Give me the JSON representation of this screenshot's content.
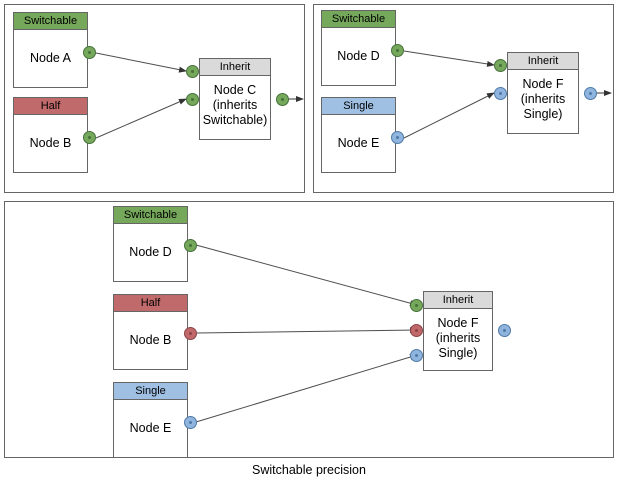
{
  "diagram": {
    "caption": "Switchable precision",
    "colors": {
      "switchable": "#76a85c",
      "half": "#c06a6c",
      "single": "#9fc0e3",
      "inherit": "#dadada",
      "border": "#666666",
      "edge": "#4d4d4d",
      "background": "#ffffff"
    },
    "panels": [
      {
        "id": "panel-top-left",
        "nodes": [
          {
            "id": "node-a",
            "header": "Switchable",
            "body": "Node A"
          },
          {
            "id": "node-b",
            "header": "Half",
            "body": "Node B"
          },
          {
            "id": "node-c",
            "header": "Inherit",
            "body": "Node C\n(inherits\nSwitchable)"
          }
        ],
        "ports": [
          {
            "id": "port-node-a-out",
            "color": "green"
          },
          {
            "id": "port-node-b-out",
            "color": "green"
          },
          {
            "id": "port-node-c-in-1",
            "color": "green"
          },
          {
            "id": "port-node-c-in-2",
            "color": "green"
          },
          {
            "id": "port-node-c-out",
            "color": "green"
          }
        ],
        "edges": [
          {
            "from": "node-a",
            "to": "node-c"
          },
          {
            "from": "node-b",
            "to": "node-c"
          },
          {
            "from": "node-c",
            "to": "output"
          }
        ]
      },
      {
        "id": "panel-top-right",
        "nodes": [
          {
            "id": "node-d",
            "header": "Switchable",
            "body": "Node D"
          },
          {
            "id": "node-e",
            "header": "Single",
            "body": "Node E"
          },
          {
            "id": "node-f",
            "header": "Inherit",
            "body": "Node F\n(inherits\nSingle)"
          }
        ],
        "ports": [
          {
            "id": "port-node-d-out",
            "color": "green"
          },
          {
            "id": "port-node-e-out",
            "color": "blue"
          },
          {
            "id": "port-node-f-in-1",
            "color": "green"
          },
          {
            "id": "port-node-f-in-2",
            "color": "blue"
          },
          {
            "id": "port-node-f-out",
            "color": "blue"
          }
        ],
        "edges": [
          {
            "from": "node-d",
            "to": "node-f"
          },
          {
            "from": "node-e",
            "to": "node-f"
          },
          {
            "from": "node-f",
            "to": "output"
          }
        ]
      },
      {
        "id": "panel-bottom",
        "nodes": [
          {
            "id": "node-d2",
            "header": "Switchable",
            "body": "Node D"
          },
          {
            "id": "node-b2",
            "header": "Half",
            "body": "Node B"
          },
          {
            "id": "node-e2",
            "header": "Single",
            "body": "Node E"
          },
          {
            "id": "node-f2",
            "header": "Inherit",
            "body": "Node F\n(inherits\nSingle)"
          }
        ],
        "ports": [
          {
            "id": "port-node-d2-out",
            "color": "green"
          },
          {
            "id": "port-node-b2-out",
            "color": "red"
          },
          {
            "id": "port-node-e2-out",
            "color": "blue"
          },
          {
            "id": "port-node-f2-in-1",
            "color": "green"
          },
          {
            "id": "port-node-f2-in-2",
            "color": "red"
          },
          {
            "id": "port-node-f2-in-3",
            "color": "blue"
          },
          {
            "id": "port-node-f2-out",
            "color": "blue"
          }
        ],
        "edges": [
          {
            "from": "node-d2",
            "to": "node-f2"
          },
          {
            "from": "node-b2",
            "to": "node-f2"
          },
          {
            "from": "node-e2",
            "to": "node-f2"
          }
        ]
      }
    ],
    "labels": {
      "switchable": "Switchable",
      "half": "Half",
      "single": "Single",
      "inherit": "Inherit",
      "node_a": "Node A",
      "node_b": "Node B",
      "node_c_line1": "Node C",
      "node_c_line2": "(inherits",
      "node_c_line3": "Switchable)",
      "node_d": "Node D",
      "node_e": "Node E",
      "node_f_line1": "Node F",
      "node_f_line2": "(inherits",
      "node_f_line3": "Single)"
    }
  }
}
